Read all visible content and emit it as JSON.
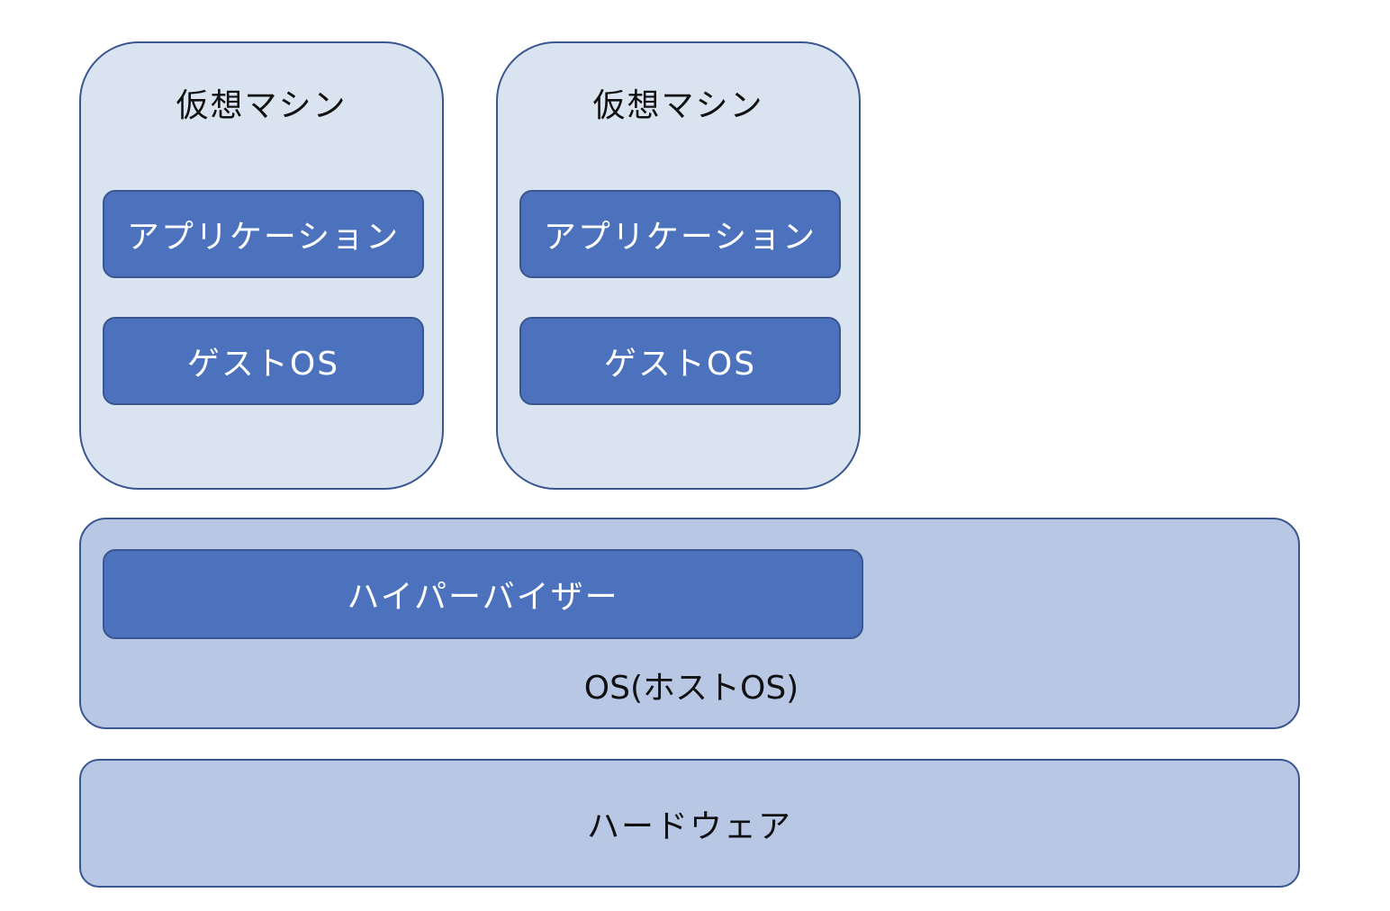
{
  "virtual_machines": [
    {
      "title": "仮想マシン",
      "application": "アプリケーション",
      "guest_os": "ゲストOS"
    },
    {
      "title": "仮想マシン",
      "application": "アプリケーション",
      "guest_os": "ゲストOS"
    }
  ],
  "host": {
    "hypervisor": "ハイパーバイザー",
    "label": "OS(ホストOS)"
  },
  "hardware": {
    "label": "ハードウェア"
  },
  "colors": {
    "vm_fill": "#dae3f0",
    "layer_fill": "#b7c7e4",
    "box_fill": "#4d72bd",
    "border": "#3a5690"
  }
}
